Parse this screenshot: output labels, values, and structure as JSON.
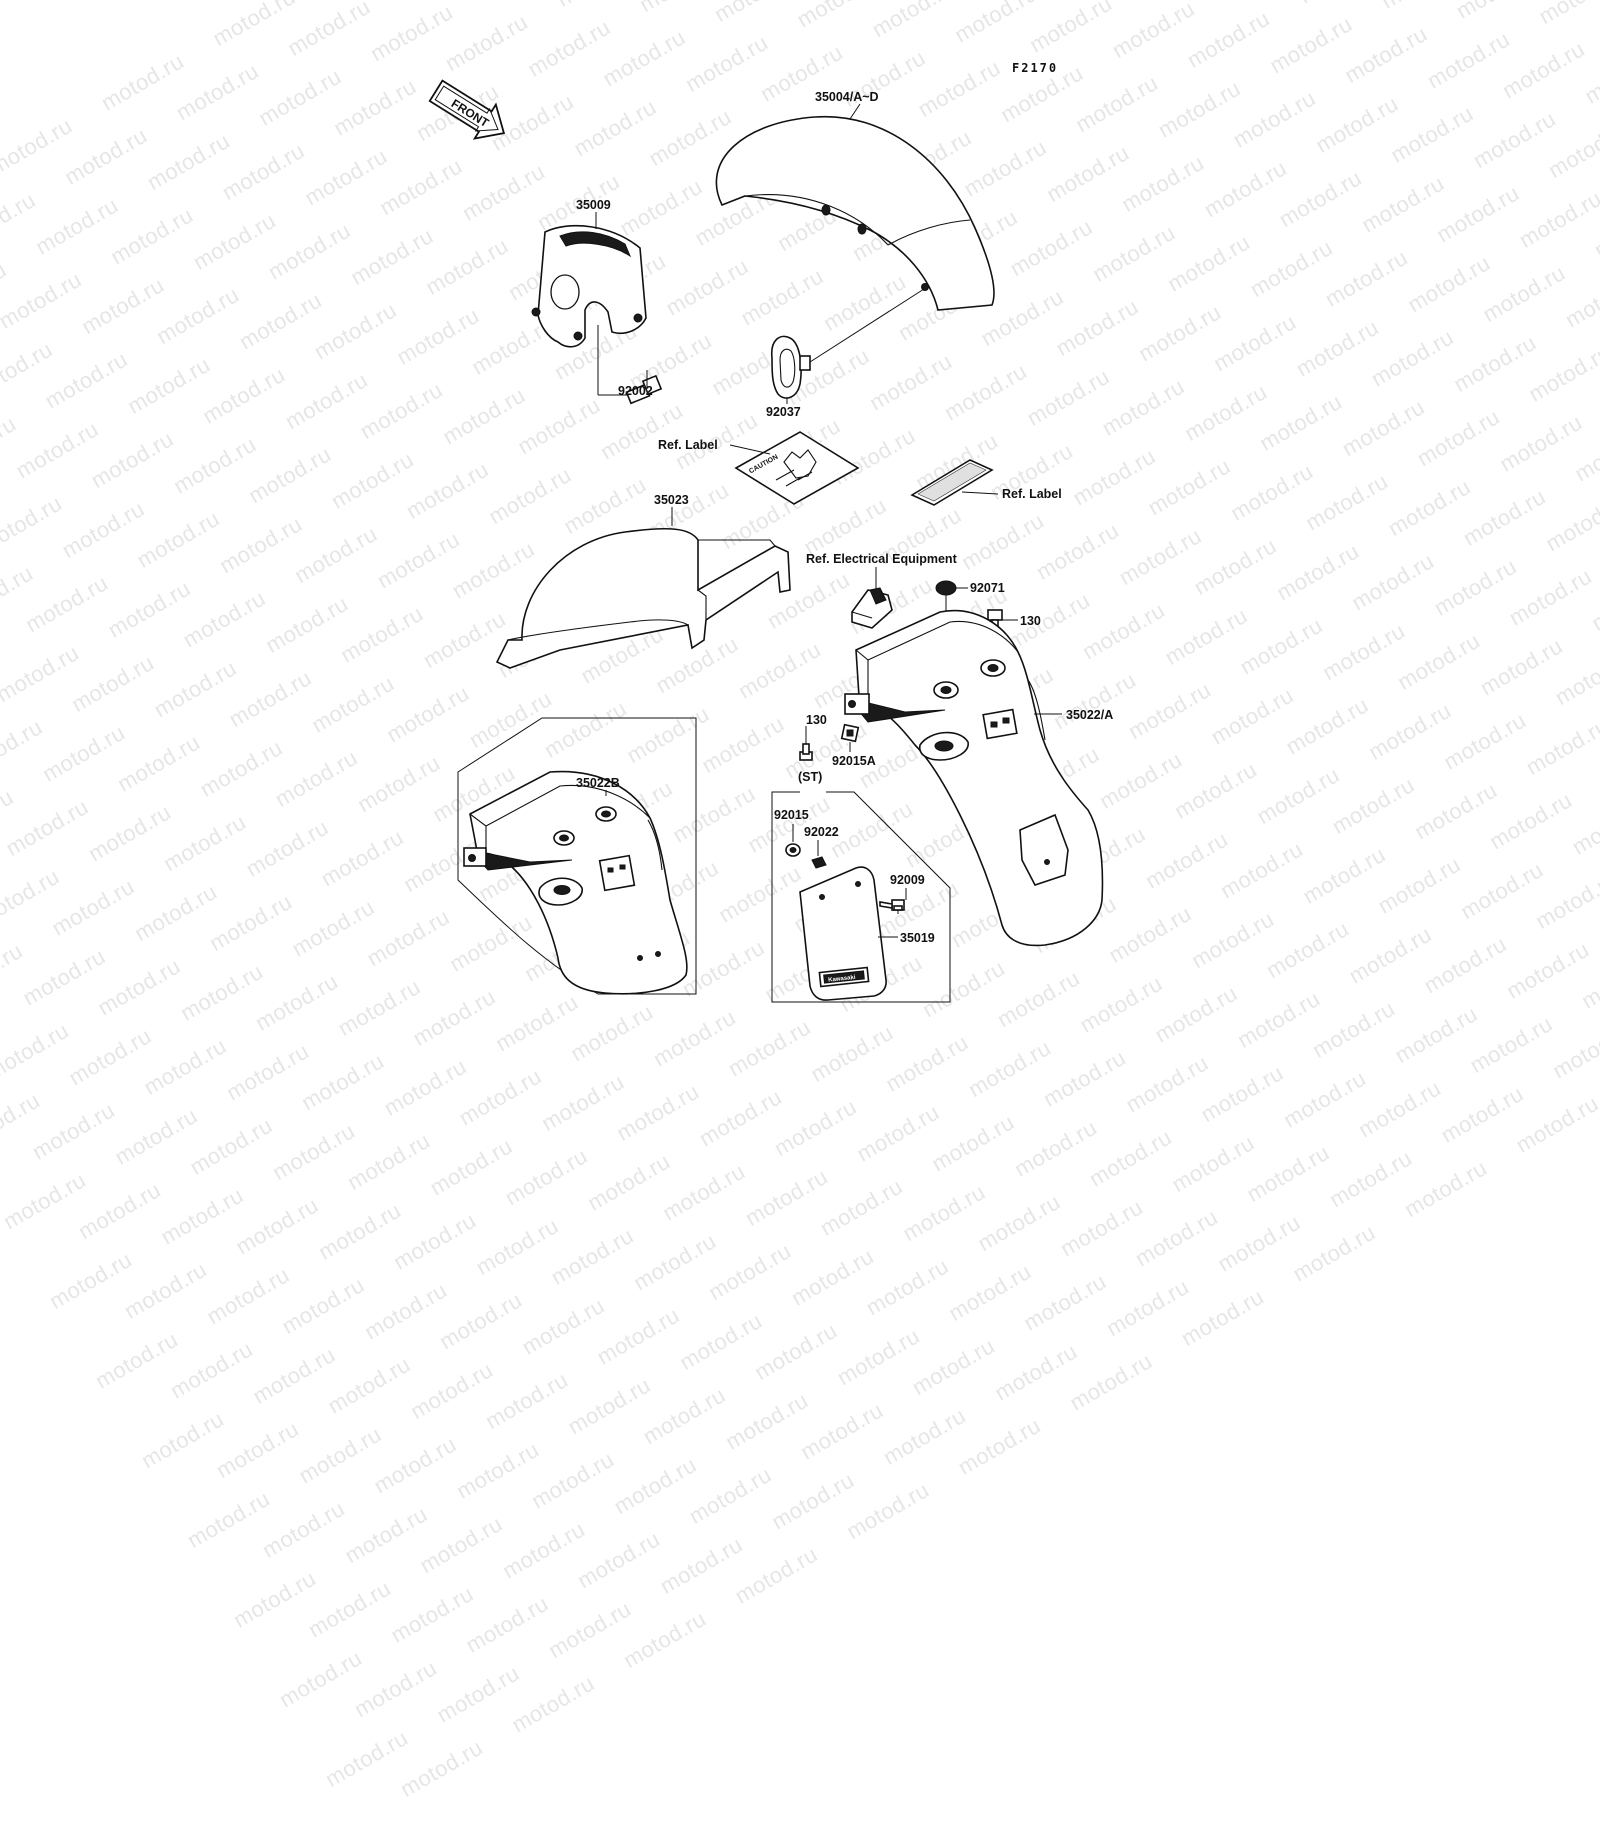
{
  "diagram": {
    "code": "F2170",
    "front_arrow": "FRONT",
    "watermark": "motod.ru",
    "caution_text": "CAUTION",
    "plate_logo": "Kawasaki",
    "labels": {
      "p35004": "35004/A~D",
      "p35009": "35009",
      "p92002": "92002",
      "p92037": "92037",
      "ref_label_1": "Ref.  Label",
      "ref_label_2": "Ref.  Label",
      "p35023": "35023",
      "ref_electrical": "Ref. Electrical Equipment",
      "p92071": "92071",
      "p130_a": "130",
      "p35022a": "35022/A",
      "p130_b": "130",
      "p92015a": "92015A",
      "st": "(ST)",
      "p92015": "92015",
      "p92022": "92022",
      "p92009": "92009",
      "p35019": "35019",
      "p35022b": "35022B"
    }
  }
}
